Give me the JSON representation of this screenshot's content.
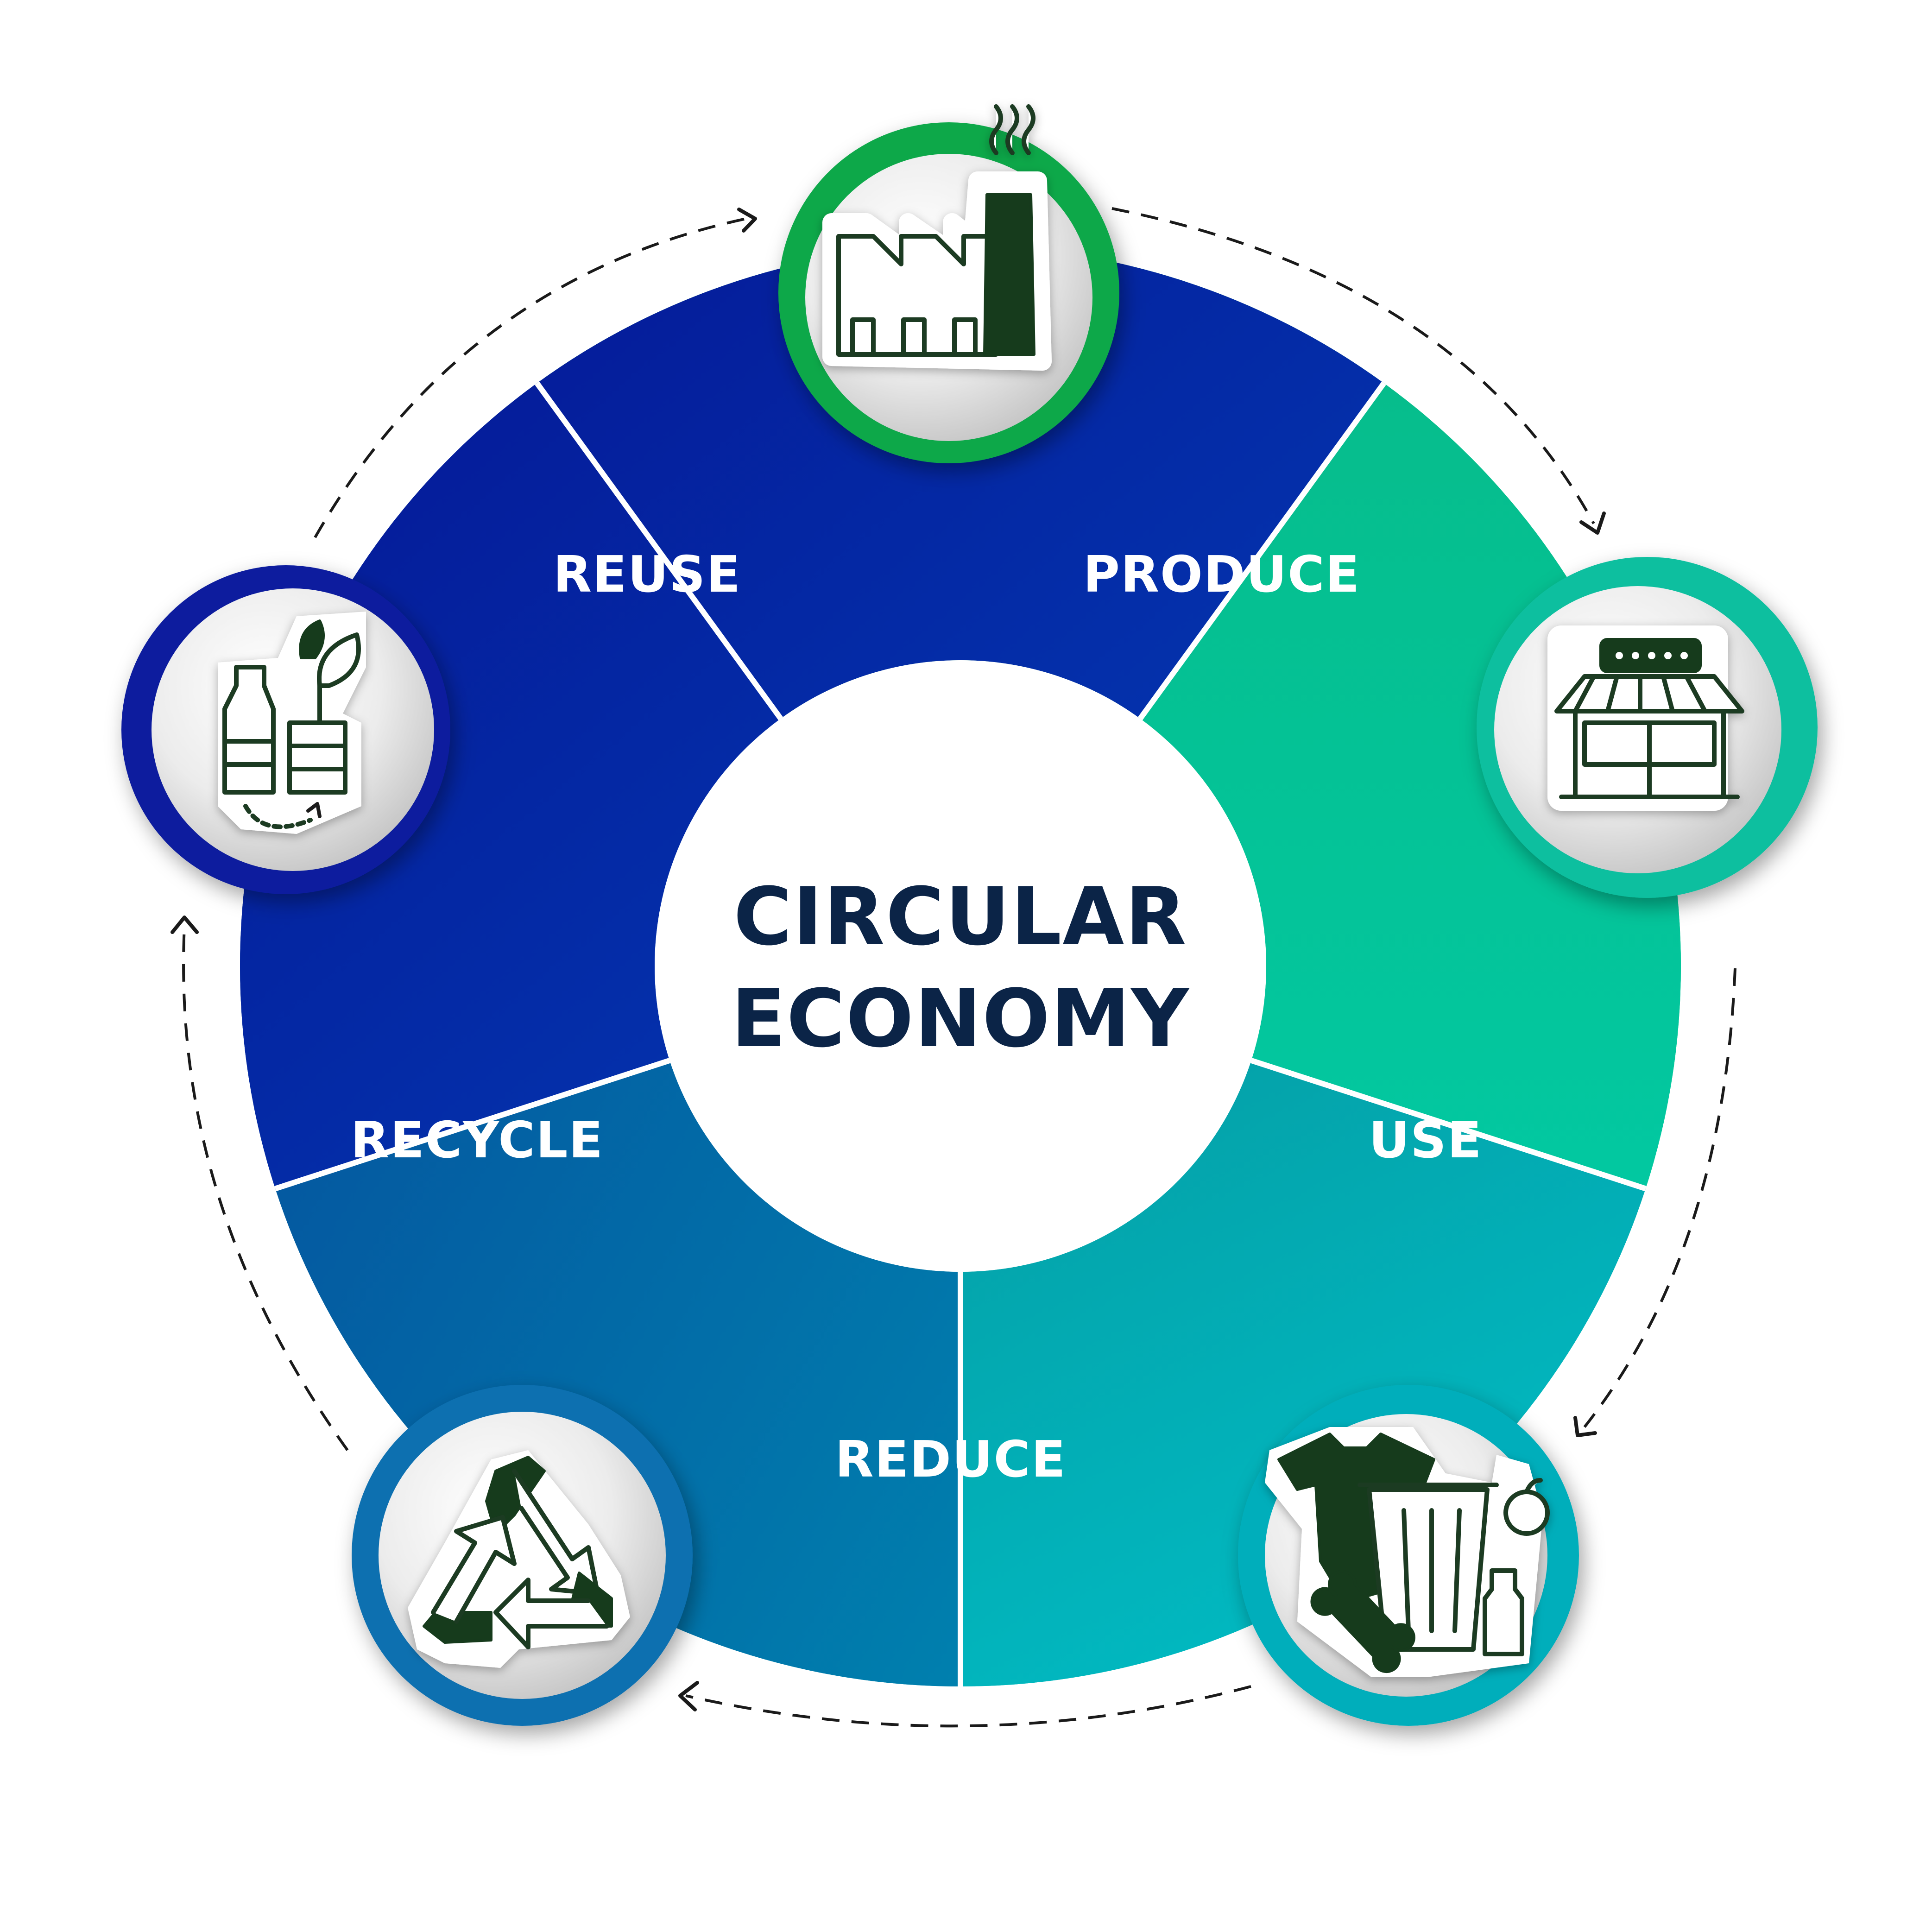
{
  "title": {
    "line1": "CIRCULAR",
    "line2": "ECONOMY"
  },
  "segments": [
    {
      "label": "PRODUCE",
      "color_start": "#00b548",
      "color_end": "#08d982",
      "icon": "factory-icon"
    },
    {
      "label": "USE",
      "color_start": "#06c08f",
      "color_end": "#00cfa8",
      "icon": "shop-icon"
    },
    {
      "label": "REDUCE",
      "color_start": "#079a9a",
      "color_end": "#00bcc6",
      "icon": "trash-waste-icon"
    },
    {
      "label": "RECYCLE",
      "color_start": "#064e96",
      "color_end": "#0078ad",
      "icon": "recycle-icon"
    },
    {
      "label": "REUSE",
      "color_start": "#0718a0",
      "color_end": "#0239b5",
      "icon": "reuse-bottles-icon"
    }
  ],
  "ring_colors": {
    "produce": "#0aa84a",
    "use": "#0fbf9f",
    "reduce": "#06aebb",
    "recycle": "#0a6fb0",
    "reuse": "#0a1f9e"
  },
  "center_text_color": "#0b2447"
}
